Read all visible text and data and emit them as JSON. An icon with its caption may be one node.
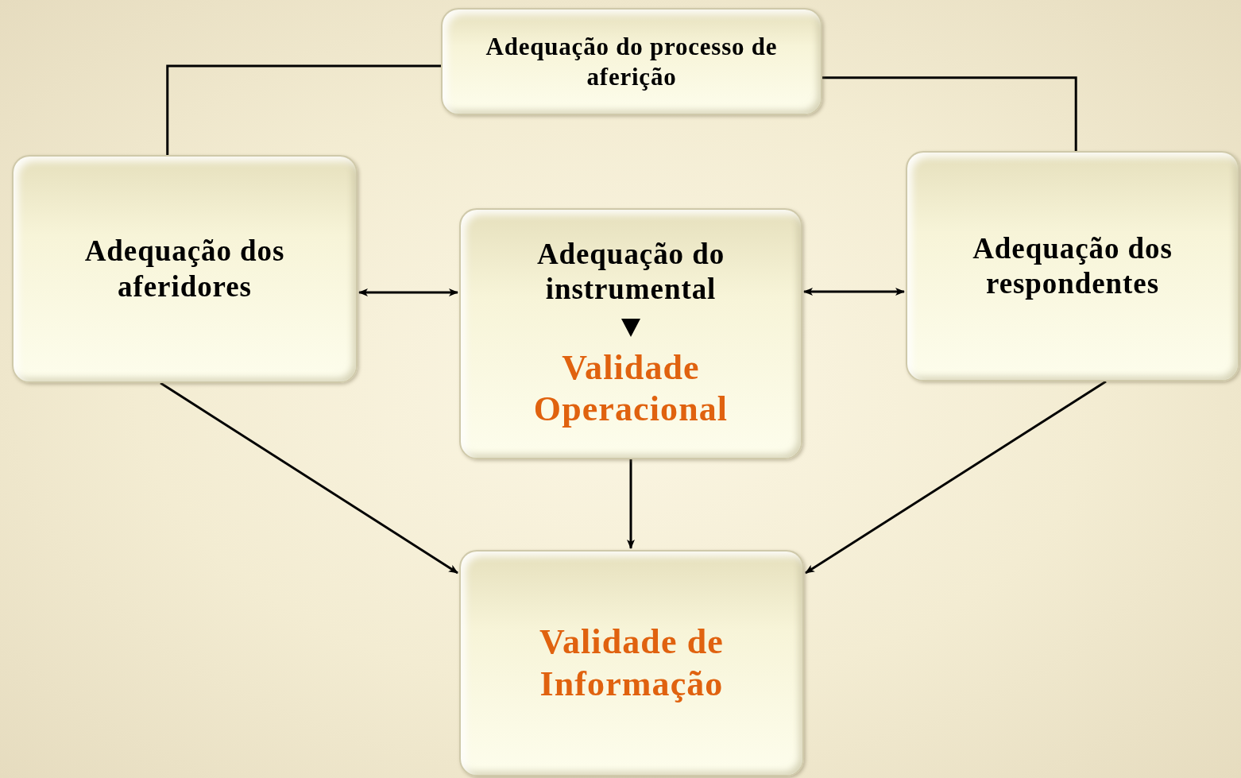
{
  "diagram": {
    "nodes": [
      {
        "text": [
          "Adequação do processo de aferição"
        ]
      },
      {
        "text": [
          "Adequação dos aferidores"
        ]
      },
      {
        "text": [
          "Adequação do instrumental",
          "Validade Operacional"
        ]
      },
      {
        "text": [
          "Adequação dos respondentes"
        ]
      },
      {
        "text": [
          "Validade de Informação"
        ]
      }
    ],
    "edges": [
      {
        "from": 0,
        "to": 1,
        "arrow": "none"
      },
      {
        "from": 0,
        "to": 3,
        "arrow": "none"
      },
      {
        "from": 1,
        "to": 2,
        "arrow": "both"
      },
      {
        "from": 2,
        "to": 3,
        "arrow": "both"
      },
      {
        "from": 1,
        "to": 4,
        "arrow": "to"
      },
      {
        "from": 2,
        "to": 4,
        "arrow": "to"
      },
      {
        "from": 3,
        "to": 4,
        "arrow": "to"
      }
    ]
  }
}
